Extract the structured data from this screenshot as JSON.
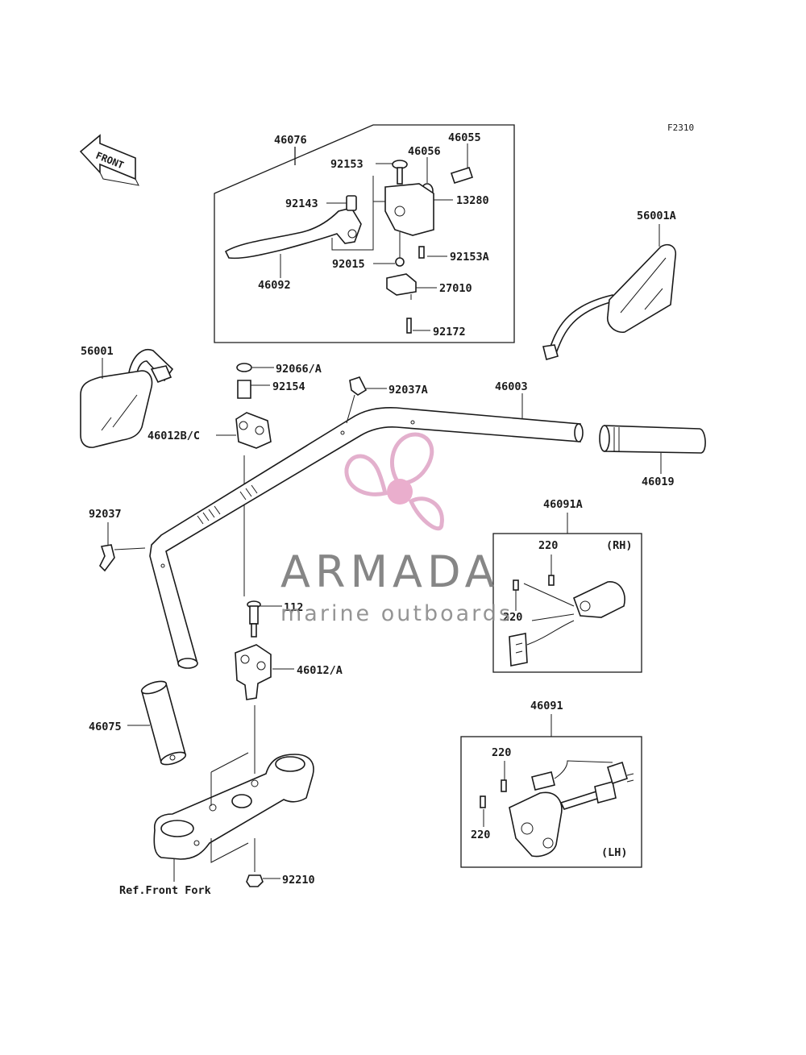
{
  "figure_code": "F2310",
  "front_arrow_text": "FRONT",
  "watermark": {
    "title": "ARMADA",
    "subtitle": "marine outboards"
  },
  "labels": {
    "p46076": "46076",
    "p92153": "92153",
    "p46056": "46056",
    "p46055": "46055",
    "p92143": "92143",
    "p13280": "13280",
    "p92015": "92015",
    "p92153A": "92153A",
    "p46092": "46092",
    "p27010": "27010",
    "p92172": "92172",
    "p56001A": "56001A",
    "p56001": "56001",
    "p92066A": "92066/A",
    "p92154": "92154",
    "p92037A": "92037A",
    "p46003": "46003",
    "p46012BC": "46012B/C",
    "p46019": "46019",
    "p92037": "92037",
    "p46091A": "46091A",
    "rh": "(RH)",
    "p220a": "220",
    "p220b": "220",
    "p112": "112",
    "p46012A": "46012/A",
    "p46091": "46091",
    "p46075": "46075",
    "p220c": "220",
    "p220d": "220",
    "lh": "(LH)",
    "p92210": "92210",
    "ref_front_fork": "Ref.Front Fork"
  }
}
